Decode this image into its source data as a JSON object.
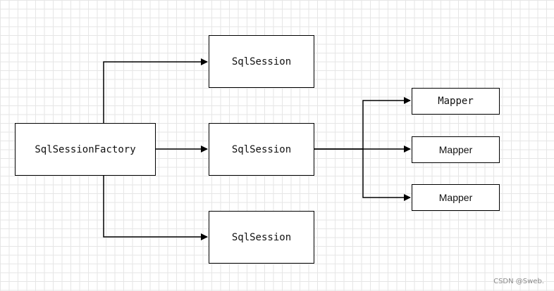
{
  "nodes": {
    "factory": "SqlSessionFactory",
    "session_top": "SqlSession",
    "session_middle": "SqlSession",
    "session_bottom": "SqlSession",
    "mapper_top": "Mapper",
    "mapper_middle": "Mapper",
    "mapper_bottom": "Mapper"
  },
  "edges": [
    {
      "from": "SqlSessionFactory",
      "to": "SqlSession (top)"
    },
    {
      "from": "SqlSessionFactory",
      "to": "SqlSession (middle)"
    },
    {
      "from": "SqlSessionFactory",
      "to": "SqlSession (bottom)"
    },
    {
      "from": "SqlSession (middle)",
      "to": "Mapper (top)"
    },
    {
      "from": "SqlSession (middle)",
      "to": "Mapper (middle)"
    },
    {
      "from": "SqlSession (middle)",
      "to": "Mapper (bottom)"
    }
  ],
  "watermark": "CSDN @Sweb.",
  "colors": {
    "line": "#000000",
    "grid": "#e6e6e6",
    "background": "#ffffff"
  }
}
